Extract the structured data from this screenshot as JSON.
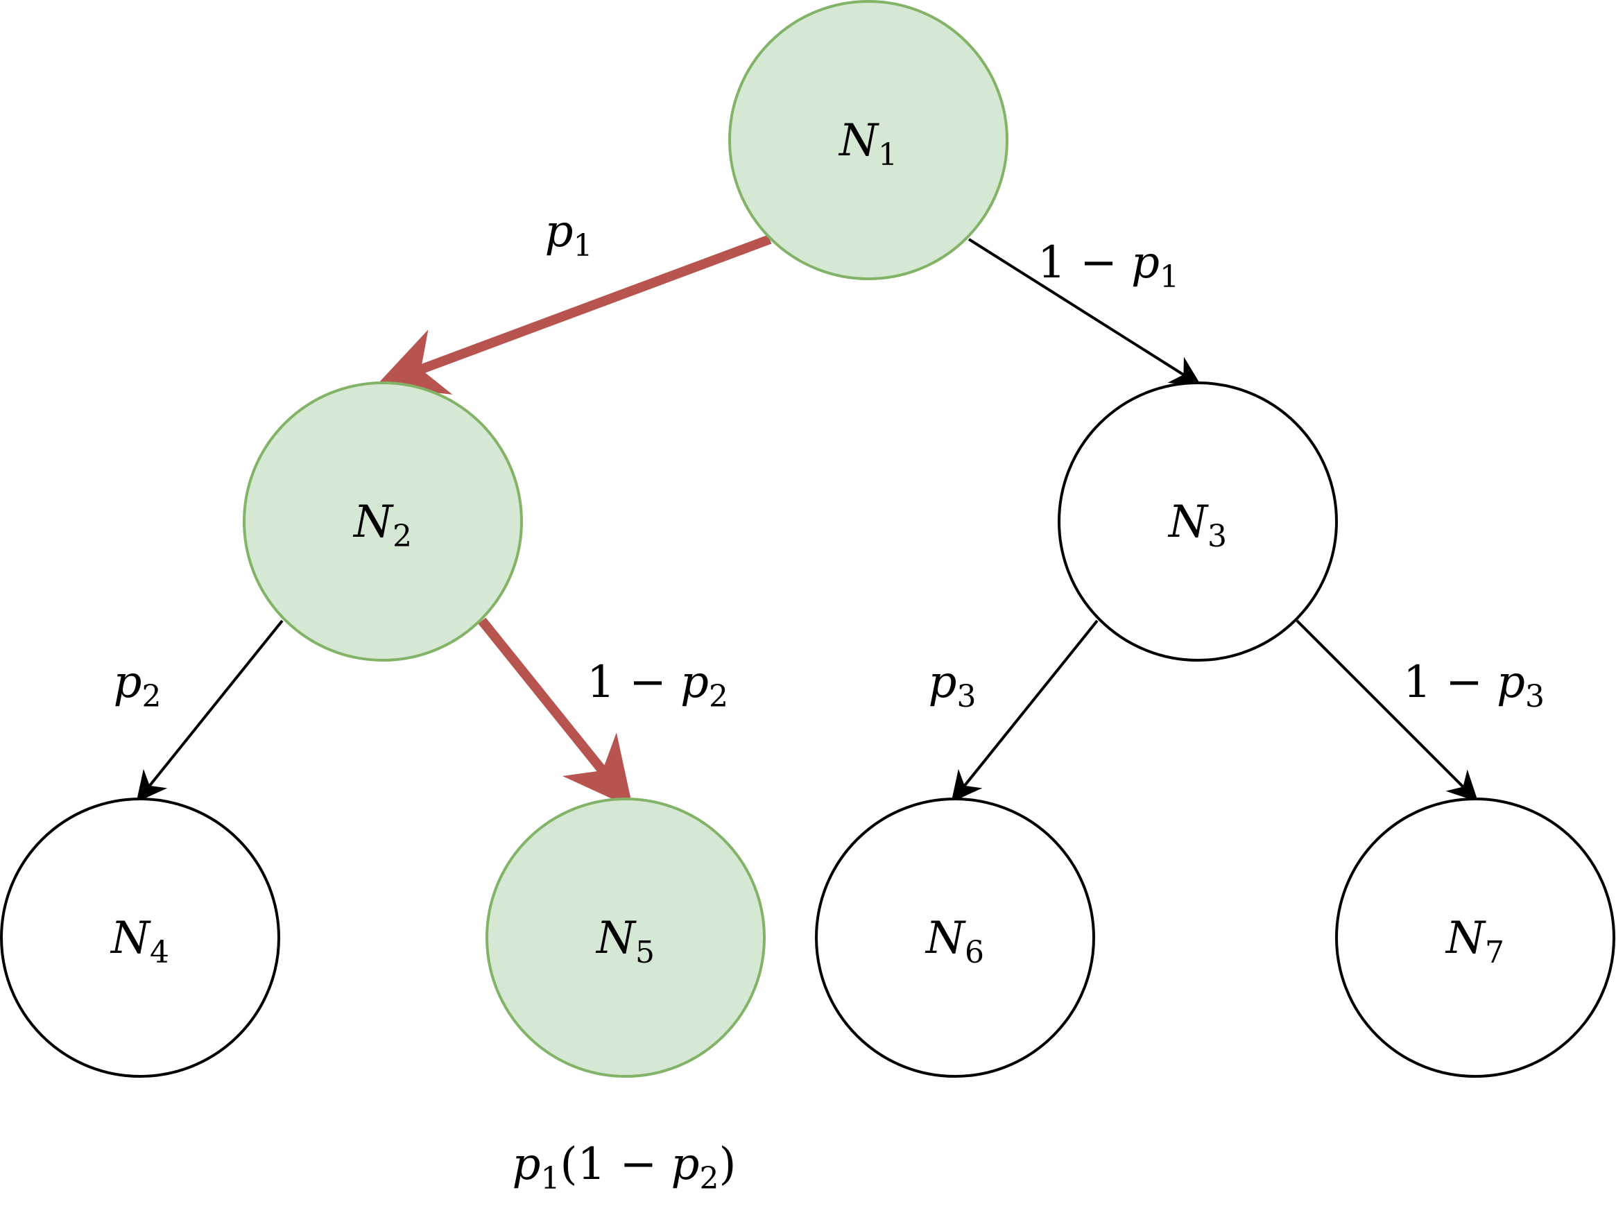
{
  "colors": {
    "highlight_fill": "#d5e8d4",
    "highlight_stroke": "#82b366",
    "plain_fill": "#ffffff",
    "plain_stroke": "#000000",
    "path_edge": "#b85450",
    "edge": "#000000"
  },
  "nodes": [
    {
      "id": "N1",
      "var": "N",
      "sub": "1",
      "highlighted": true
    },
    {
      "id": "N2",
      "var": "N",
      "sub": "2",
      "highlighted": true
    },
    {
      "id": "N3",
      "var": "N",
      "sub": "3",
      "highlighted": false
    },
    {
      "id": "N4",
      "var": "N",
      "sub": "4",
      "highlighted": false
    },
    {
      "id": "N5",
      "var": "N",
      "sub": "5",
      "highlighted": true
    },
    {
      "id": "N6",
      "var": "N",
      "sub": "6",
      "highlighted": false
    },
    {
      "id": "N7",
      "var": "N",
      "sub": "7",
      "highlighted": false
    }
  ],
  "edges": [
    {
      "from": "N1",
      "to": "N2",
      "on_path": true,
      "label": {
        "prefix": "",
        "var": "p",
        "sub": "1"
      }
    },
    {
      "from": "N1",
      "to": "N3",
      "on_path": false,
      "label": {
        "prefix": "1 − ",
        "var": "p",
        "sub": "1"
      }
    },
    {
      "from": "N2",
      "to": "N4",
      "on_path": false,
      "label": {
        "prefix": "",
        "var": "p",
        "sub": "2"
      }
    },
    {
      "from": "N2",
      "to": "N5",
      "on_path": true,
      "label": {
        "prefix": "1 − ",
        "var": "p",
        "sub": "2"
      }
    },
    {
      "from": "N3",
      "to": "N6",
      "on_path": false,
      "label": {
        "prefix": "",
        "var": "p",
        "sub": "3"
      }
    },
    {
      "from": "N3",
      "to": "N7",
      "on_path": false,
      "label": {
        "prefix": "1 − ",
        "var": "p",
        "sub": "3"
      }
    }
  ],
  "path_probability": {
    "p1_var": "p",
    "p1_sub": "1",
    "open": "(1 − ",
    "p2_var": "p",
    "p2_sub": "2",
    "close": ")"
  }
}
